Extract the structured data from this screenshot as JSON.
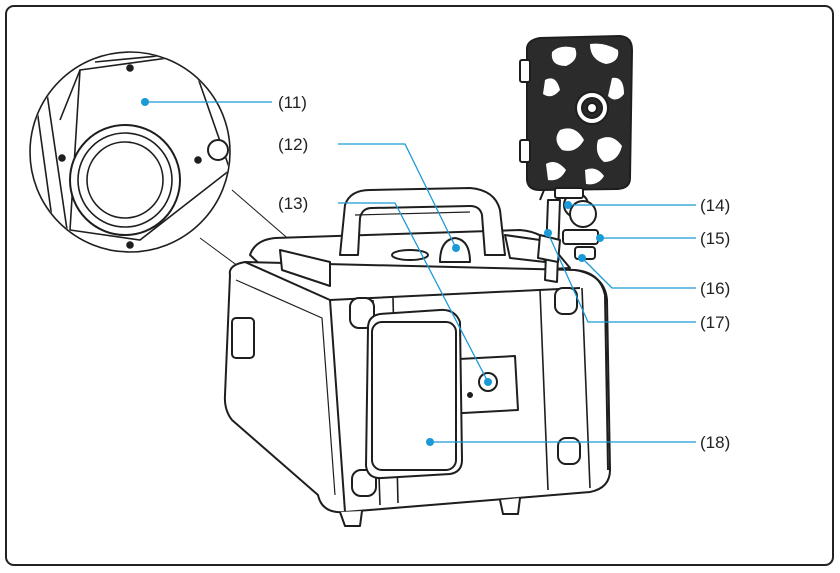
{
  "callouts": [
    {
      "id": "11",
      "text": "(11)"
    },
    {
      "id": "12",
      "text": "(12)"
    },
    {
      "id": "13",
      "text": "(13)"
    },
    {
      "id": "14",
      "text": "(14)"
    },
    {
      "id": "15",
      "text": "(15)"
    },
    {
      "id": "16",
      "text": "(16)"
    },
    {
      "id": "17",
      "text": "(17)"
    },
    {
      "id": "18",
      "text": "(18)"
    }
  ],
  "colors": {
    "leader_line": "#1a9ad6",
    "leader_dot": "#1a9ad6",
    "outline": "#1e1e1e",
    "case_fill": "#ffffff",
    "camo_dark": "#2b2b2b",
    "camo_light": "#ffffff"
  }
}
